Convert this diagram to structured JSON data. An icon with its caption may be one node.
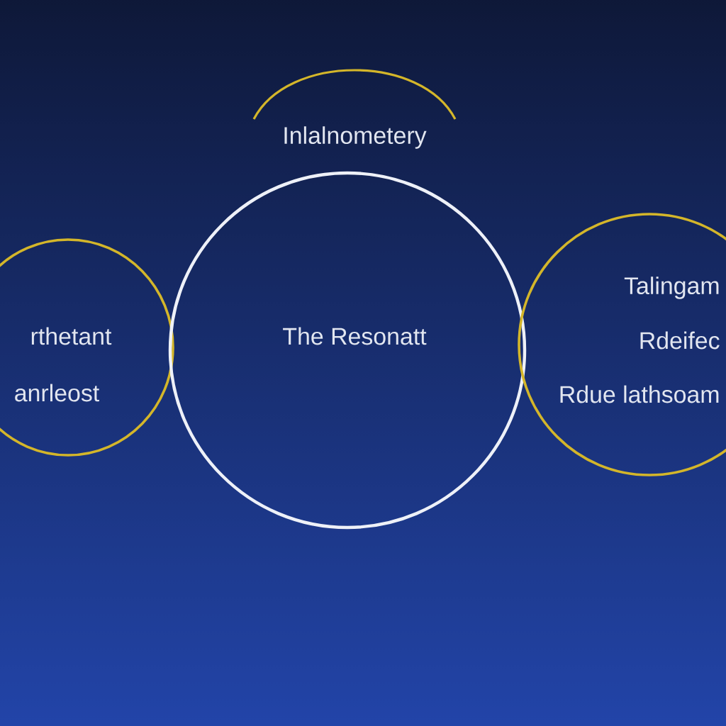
{
  "diagram": {
    "nodes": [
      {
        "text": [
          "Inlalnometery"
        ]
      },
      {
        "text": [
          "rthetant",
          "anrleost"
        ]
      },
      {
        "text": [
          "The  Resonatt"
        ]
      },
      {
        "text": [
          "Talingam",
          "Rdeifec",
          "Rdue lathsoam"
        ]
      }
    ]
  }
}
